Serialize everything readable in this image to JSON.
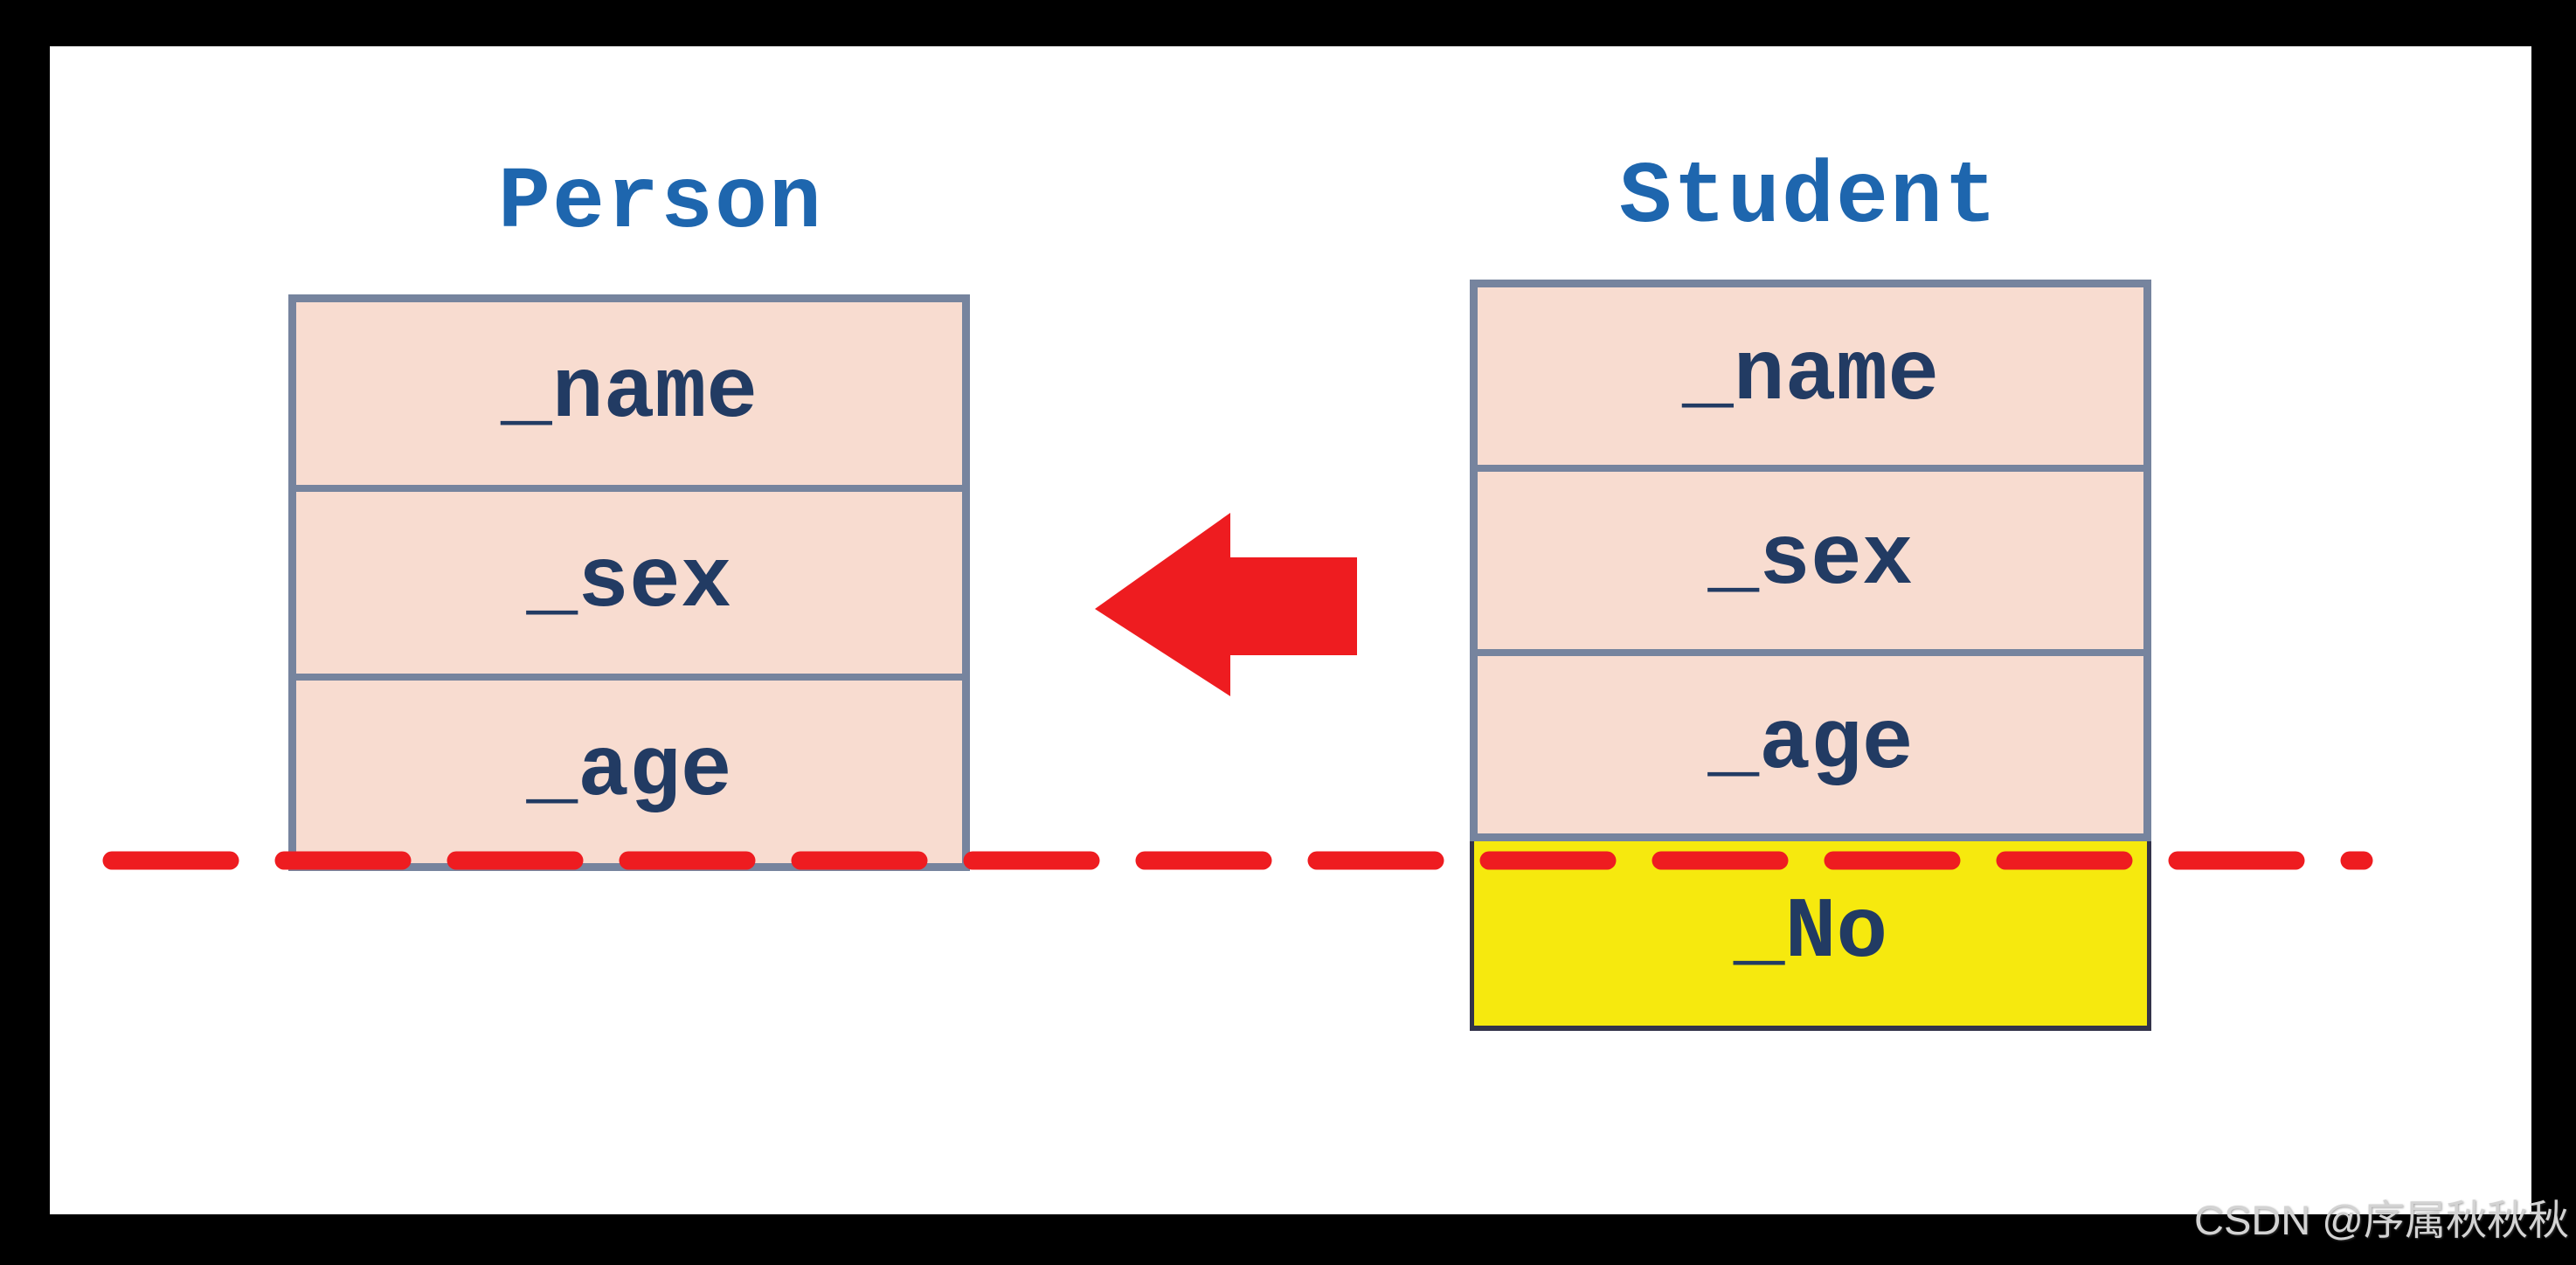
{
  "diagram": {
    "person": {
      "title": "Person",
      "fields": [
        "_name",
        "_sex",
        "_age"
      ]
    },
    "student": {
      "title": "Student",
      "fields": [
        "_name",
        "_sex",
        "_age"
      ],
      "sliced_field": "_No"
    },
    "arrow": {
      "direction": "left",
      "meaning": "assign-derived-to-base"
    },
    "slice_line": {
      "style": "dashed",
      "orientation": "horizontal"
    }
  },
  "watermark": {
    "text": "CSDN @序属秋秋秋"
  },
  "colors": {
    "frame_background": "#000000",
    "surface": "#ffffff",
    "title_blue": "#1e66ae",
    "field_navy": "#223b63",
    "row_pink": "#f8dcd0",
    "box_border_gray_blue": "#76849e",
    "slice_red": "#ee1c20",
    "extra_row_yellow": "#f6e90e",
    "extra_row_border": "#33334a",
    "watermark_gray": "#d3d3d3"
  }
}
